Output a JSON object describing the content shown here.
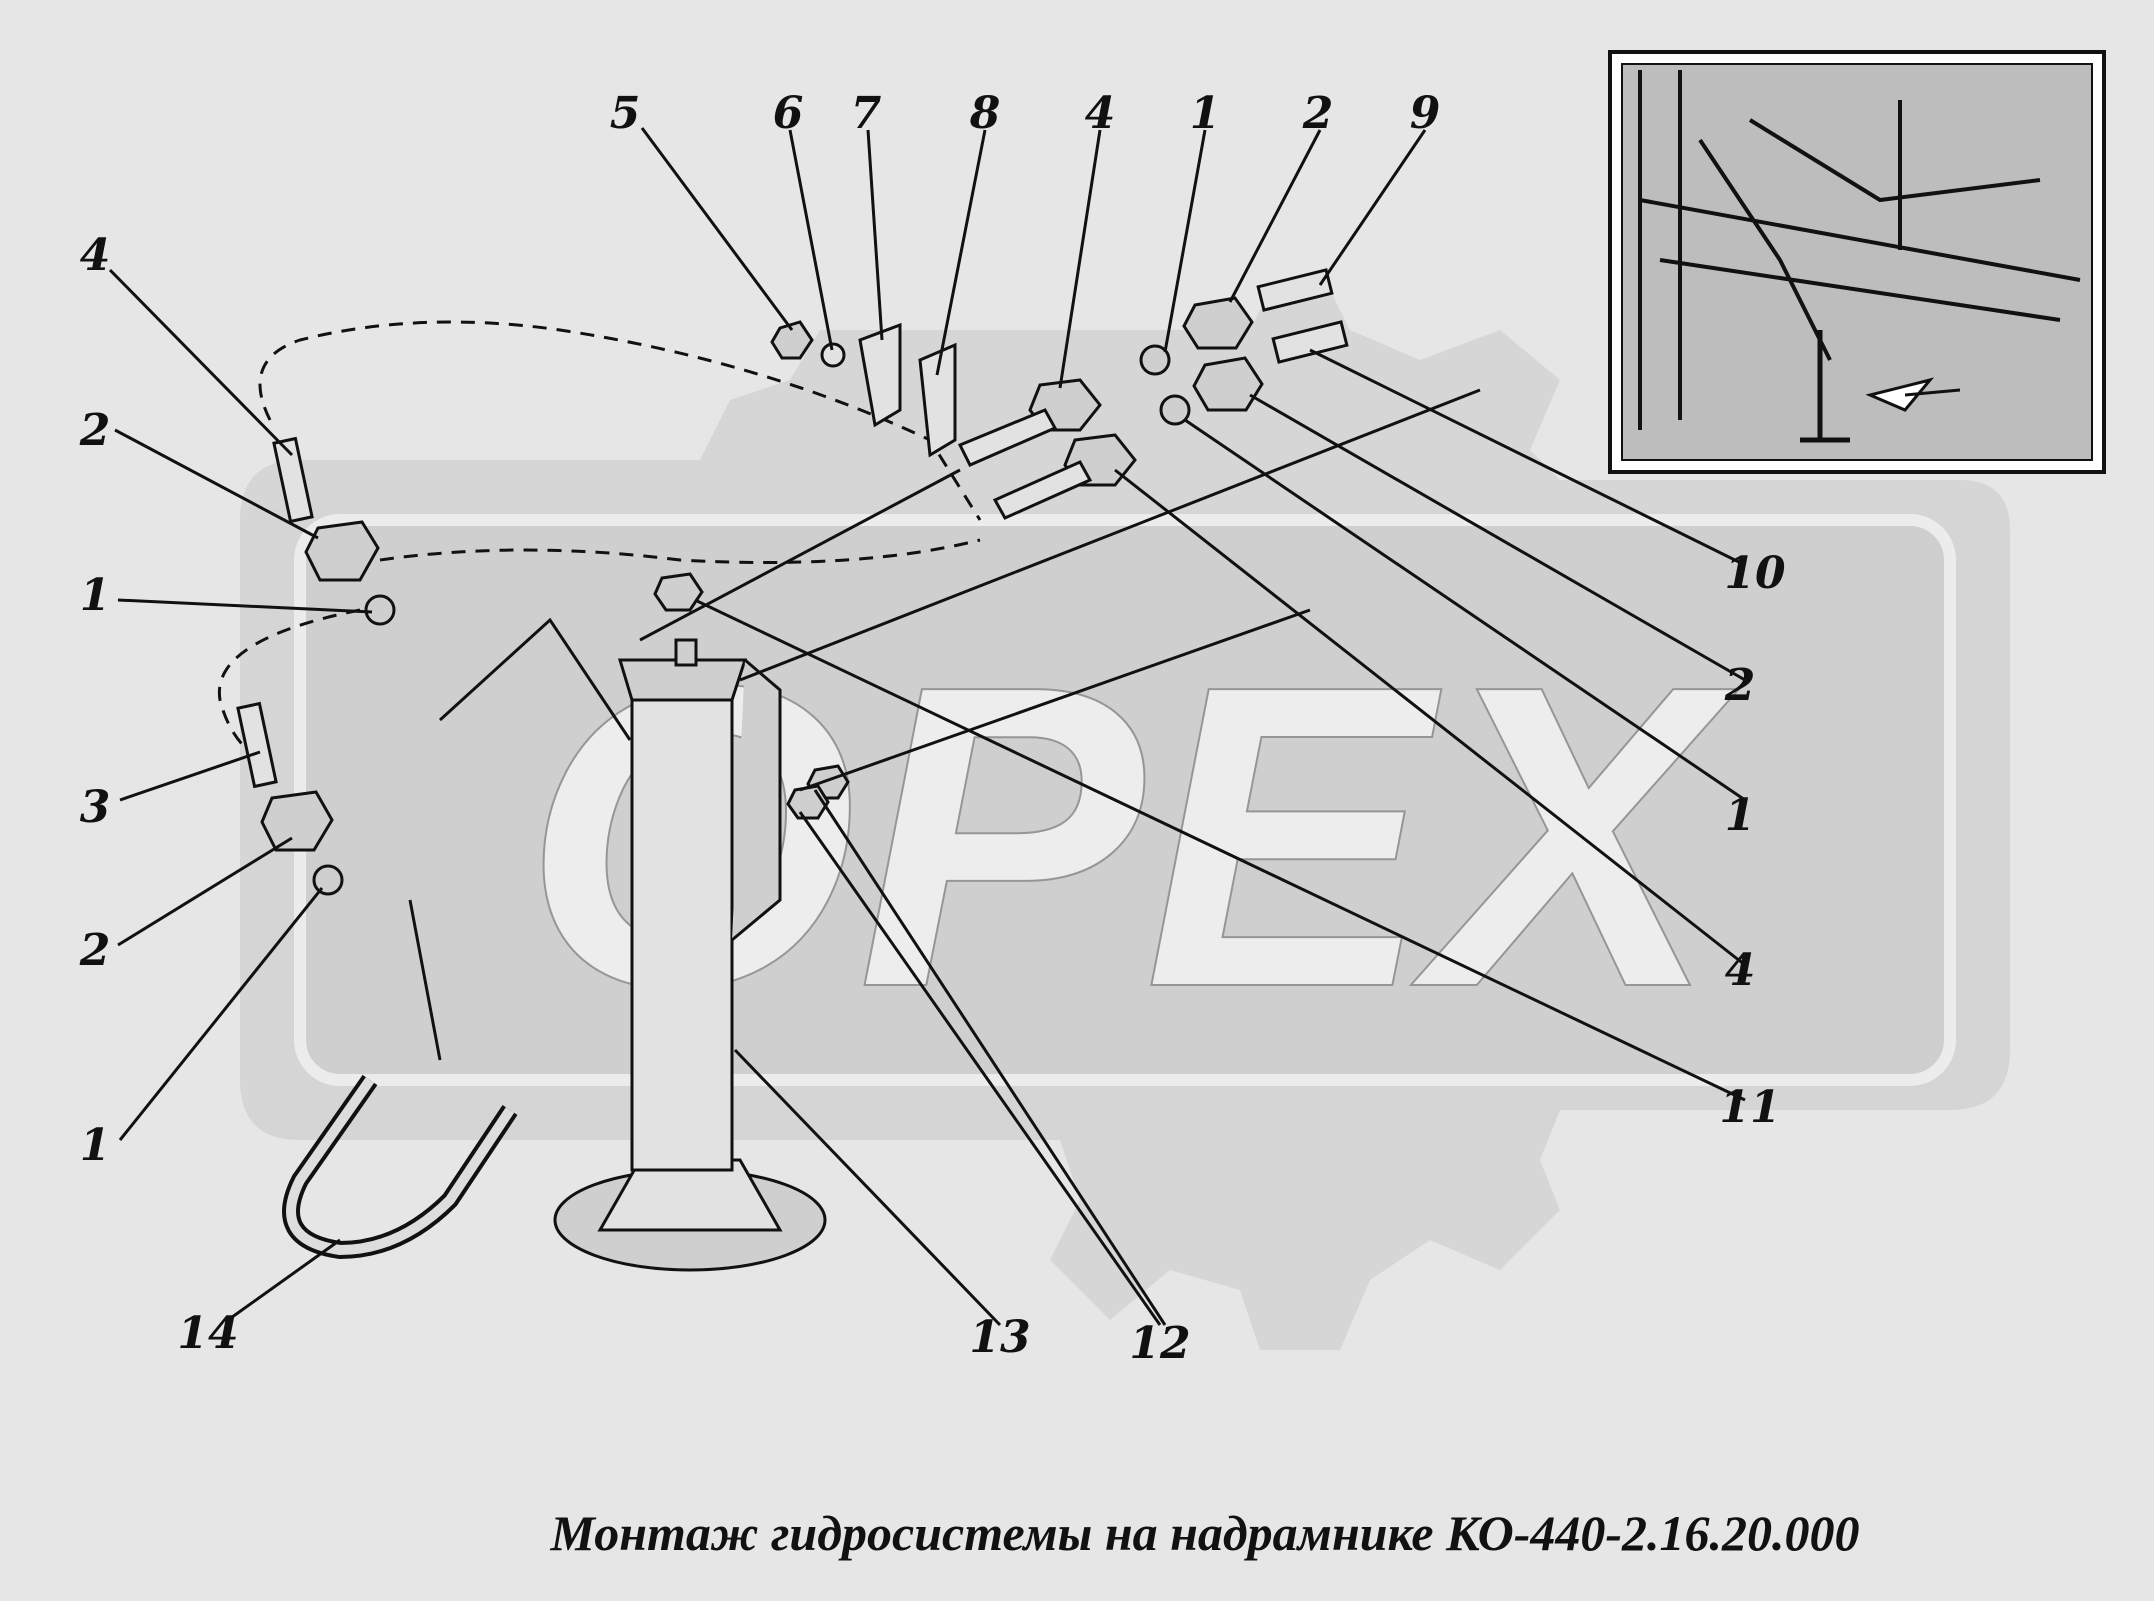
{
  "figure": {
    "caption": "Монтаж гидросистемы на надрамнике КО-440-2.16.20.000",
    "watermark": "ОРЕХ"
  },
  "callouts": [
    {
      "id": "c-4-top-left",
      "text": "4"
    },
    {
      "id": "c-2-left-upper",
      "text": "2"
    },
    {
      "id": "c-1-left-upper",
      "text": "1"
    },
    {
      "id": "c-3-left",
      "text": "3"
    },
    {
      "id": "c-2-left-lower",
      "text": "2"
    },
    {
      "id": "c-1-left-lower",
      "text": "1"
    },
    {
      "id": "c-14",
      "text": "14"
    },
    {
      "id": "c-5",
      "text": "5"
    },
    {
      "id": "c-6",
      "text": "6"
    },
    {
      "id": "c-7",
      "text": "7"
    },
    {
      "id": "c-8",
      "text": "8"
    },
    {
      "id": "c-4-top-center",
      "text": "4"
    },
    {
      "id": "c-1-top",
      "text": "1"
    },
    {
      "id": "c-2-top",
      "text": "2"
    },
    {
      "id": "c-9",
      "text": "9"
    },
    {
      "id": "c-10",
      "text": "10"
    },
    {
      "id": "c-2-right",
      "text": "2"
    },
    {
      "id": "c-1-right",
      "text": "1"
    },
    {
      "id": "c-4-right",
      "text": "4"
    },
    {
      "id": "c-11",
      "text": "11"
    },
    {
      "id": "c-12",
      "text": "12"
    },
    {
      "id": "c-13",
      "text": "13"
    }
  ]
}
